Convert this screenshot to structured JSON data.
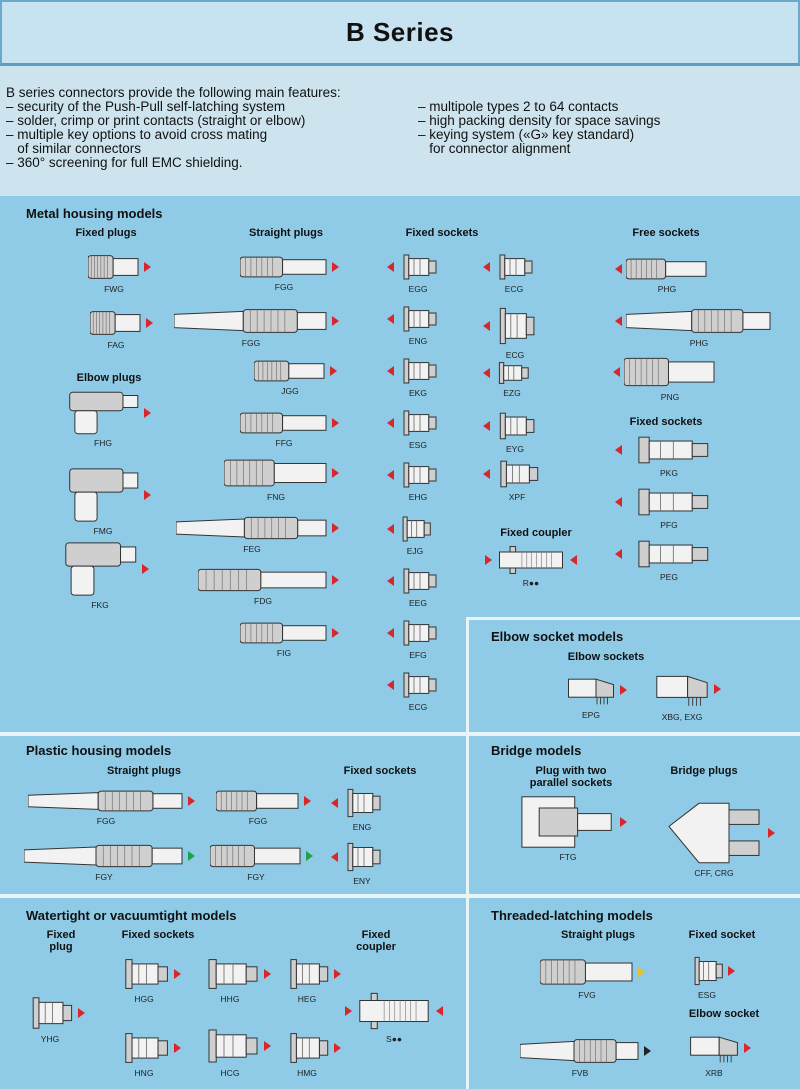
{
  "title": "B Series",
  "intro": {
    "heading": "B series connectors provide the following main features:",
    "left": [
      "– security of the Push-Pull self-latching system",
      "– solder, crimp or print contacts (straight or elbow)",
      "– multiple key options to avoid cross mating",
      "   of similar connectors",
      "– 360° screening for full EMC shielding."
    ],
    "right": [
      "– multipole types 2 to 64 contacts",
      "– high packing density for space savings",
      "– keying system («G» key standard)",
      "   for connector alignment"
    ]
  },
  "sections": {
    "metal": {
      "title": "Metal housing models",
      "fixed_plugs": "Fixed plugs",
      "straight_plugs": "Straight plugs",
      "fixed_sockets": "Fixed sockets",
      "free_sockets": "Free sockets",
      "elbow_plugs": "Elbow plugs",
      "fixed_sockets_2": "Fixed sockets",
      "fixed_coupler": "Fixed coupler"
    },
    "elbow_socket": {
      "title": "Elbow socket models",
      "sub": "Elbow sockets"
    },
    "plastic": {
      "title": "Plastic housing models",
      "straight_plugs": "Straight plugs",
      "fixed_sockets": "Fixed sockets"
    },
    "bridge": {
      "title": "Bridge models",
      "plug_two": "Plug with two parallel sockets",
      "bridge_plugs": "Bridge plugs"
    },
    "watertight": {
      "title": "Watertight or vacuumtight models",
      "fixed_plug": "Fixed plug",
      "fixed_sockets": "Fixed sockets",
      "fixed_coupler": "Fixed coupler"
    },
    "threaded": {
      "title": "Threaded-latching models",
      "straight_plugs": "Straight plugs",
      "fixed_socket": "Fixed socket",
      "elbow_socket": "Elbow socket"
    }
  },
  "items": [
    {
      "code": "FWG",
      "shape": "plug",
      "arrow": "r"
    },
    {
      "code": "FAG",
      "shape": "plug",
      "arrow": "r"
    },
    {
      "code": "FHG",
      "shape": "elbow",
      "arrow": "r"
    },
    {
      "code": "FMG",
      "shape": "elbow",
      "arrow": "r"
    },
    {
      "code": "FKG",
      "shape": "elbow",
      "arrow": "r"
    },
    {
      "code": "FGG",
      "shape": "plug",
      "arrow": "r"
    },
    {
      "code": "FGG",
      "shape": "longplug",
      "arrow": "r"
    },
    {
      "code": "JGG",
      "shape": "plug",
      "arrow": "r"
    },
    {
      "code": "FFG",
      "shape": "plug",
      "arrow": "r"
    },
    {
      "code": "FNG",
      "shape": "plug",
      "arrow": "r"
    },
    {
      "code": "FEG",
      "shape": "longplug",
      "arrow": "r"
    },
    {
      "code": "FDG",
      "shape": "plug",
      "arrow": "r"
    },
    {
      "code": "FIG",
      "shape": "plug",
      "arrow": "r"
    },
    {
      "code": "EGG",
      "shape": "socket",
      "arrow": "l"
    },
    {
      "code": "ENG",
      "shape": "socket",
      "arrow": "l"
    },
    {
      "code": "EKG",
      "shape": "socket",
      "arrow": "l"
    },
    {
      "code": "ESG",
      "shape": "socket",
      "arrow": "l"
    },
    {
      "code": "EHG",
      "shape": "socket",
      "arrow": "l"
    },
    {
      "code": "EJG",
      "shape": "socket",
      "arrow": "l"
    },
    {
      "code": "EEG",
      "shape": "socket",
      "arrow": "l"
    },
    {
      "code": "EFG",
      "shape": "socket",
      "arrow": "l"
    },
    {
      "code": "ECG",
      "shape": "socket",
      "arrow": "l"
    },
    {
      "code": "ECG",
      "shape": "socket",
      "arrow": "l"
    },
    {
      "code": "ECG",
      "shape": "socket",
      "arrow": "l"
    },
    {
      "code": "EZG",
      "shape": "socket",
      "arrow": "l"
    },
    {
      "code": "EYG",
      "shape": "socket",
      "arrow": "l"
    },
    {
      "code": "XPF",
      "shape": "socket",
      "arrow": "l"
    },
    {
      "code": "R●●",
      "shape": "coupler",
      "arrow": "both"
    },
    {
      "code": "PHG",
      "shape": "freesocket",
      "arrow": "l"
    },
    {
      "code": "PHG",
      "shape": "longfree",
      "arrow": "l"
    },
    {
      "code": "PNG",
      "shape": "freesocket",
      "arrow": "l"
    },
    {
      "code": "PKG",
      "shape": "socket",
      "arrow": "l"
    },
    {
      "code": "PFG",
      "shape": "socket",
      "arrow": "l"
    },
    {
      "code": "PEG",
      "shape": "socket",
      "arrow": "l"
    },
    {
      "code": "EPG",
      "shape": "elbowsock",
      "arrow": "r"
    },
    {
      "code": "XBG, EXG",
      "shape": "elbowsock",
      "arrow": "r"
    },
    {
      "code": "FGG",
      "shape": "longplug",
      "arrow": "r"
    },
    {
      "code": "FGG",
      "shape": "plug",
      "arrow": "r"
    },
    {
      "code": "ENG",
      "shape": "socket",
      "arrow": "l"
    },
    {
      "code": "FGY",
      "shape": "longplug",
      "arrow": "g"
    },
    {
      "code": "FGY",
      "shape": "plug",
      "arrow": "g"
    },
    {
      "code": "ENY",
      "shape": "socket",
      "arrow": "l"
    },
    {
      "code": "FTG",
      "shape": "bridgeplug",
      "arrow": "r"
    },
    {
      "code": "CFF, CRG",
      "shape": "bridge",
      "arrow": "r"
    },
    {
      "code": "YHG",
      "shape": "socket",
      "arrow": "r"
    },
    {
      "code": "HGG",
      "shape": "socket",
      "arrow": "r"
    },
    {
      "code": "HHG",
      "shape": "socket",
      "arrow": "r"
    },
    {
      "code": "HEG",
      "shape": "socket",
      "arrow": "r"
    },
    {
      "code": "S●●",
      "shape": "coupler",
      "arrow": "both"
    },
    {
      "code": "HNG",
      "shape": "socket",
      "arrow": "r"
    },
    {
      "code": "HCG",
      "shape": "socket",
      "arrow": "r"
    },
    {
      "code": "HMG",
      "shape": "socket",
      "arrow": "r"
    },
    {
      "code": "FVG",
      "shape": "plug",
      "arrow": "o"
    },
    {
      "code": "ESG",
      "shape": "socket",
      "arrow": "r"
    },
    {
      "code": "FVB",
      "shape": "longplug",
      "arrow": "k"
    },
    {
      "code": "XRB",
      "shape": "elbowsock",
      "arrow": "r"
    }
  ]
}
